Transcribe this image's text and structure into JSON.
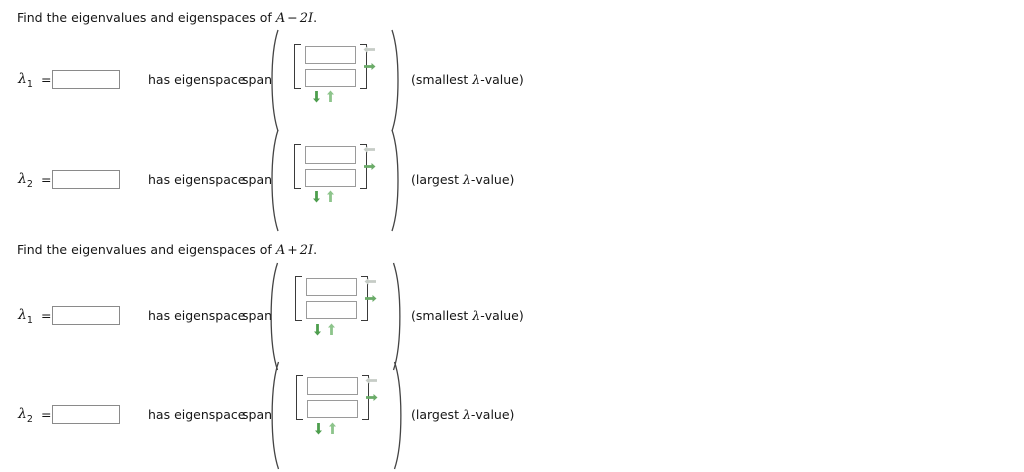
{
  "page": {
    "background": "#ffffff",
    "accent_green": "#66aa66",
    "accent_green_dark": "#4e9e4e",
    "disabled_gray": "#c8cec8",
    "input_border": "#8a8a8a",
    "bracket_color": "#3a3a3a"
  },
  "sections": [
    {
      "id": "section-a-minus-2i",
      "prompt_prefix": "Find the eigenvalues and eigenspaces of",
      "matrix_symbol": "A",
      "operator": "−",
      "term": "2I",
      "period": ".",
      "prompt_text": "Find the eigenvalues and eigenspaces of A − 2I.",
      "rows": [
        {
          "id": "row-1",
          "lambda_label": "λ",
          "lambda_subscript": "1",
          "equals": "=",
          "eigenvalue_input": {
            "value": "",
            "placeholder": ""
          },
          "has_eigenspace_label": "has eigenspace",
          "span_label": "span",
          "vector": {
            "cells": [
              {
                "value": "",
                "placeholder": ""
              },
              {
                "value": "",
                "placeholder": ""
              }
            ]
          },
          "controls": {
            "left_arrow": "left-arrow-disabled",
            "right_arrow": "right-arrow",
            "down_arrow": "down-arrow",
            "up_arrow": "up-arrow"
          },
          "note": "(smallest λ-value)",
          "note_prefix": "(smallest ",
          "note_symbol": "λ",
          "note_suffix": "-value)"
        },
        {
          "id": "row-2",
          "lambda_label": "λ",
          "lambda_subscript": "2",
          "equals": "=",
          "eigenvalue_input": {
            "value": "",
            "placeholder": ""
          },
          "has_eigenspace_label": "has eigenspace",
          "span_label": "span",
          "vector": {
            "cells": [
              {
                "value": "",
                "placeholder": ""
              },
              {
                "value": "",
                "placeholder": ""
              }
            ]
          },
          "controls": {
            "left_arrow": "left-arrow-disabled",
            "right_arrow": "right-arrow",
            "down_arrow": "down-arrow",
            "up_arrow": "up-arrow"
          },
          "note": "(largest λ-value)",
          "note_prefix": "(largest ",
          "note_symbol": "λ",
          "note_suffix": "-value)"
        }
      ]
    },
    {
      "id": "section-a-plus-2i",
      "prompt_prefix": "Find the eigenvalues and eigenspaces of",
      "matrix_symbol": "A",
      "operator": "+",
      "term": "2I",
      "period": ".",
      "prompt_text": "Find the eigenvalues and eigenspaces of A + 2I.",
      "rows": [
        {
          "id": "row-3",
          "lambda_label": "λ",
          "lambda_subscript": "1",
          "equals": "=",
          "eigenvalue_input": {
            "value": "",
            "placeholder": ""
          },
          "has_eigenspace_label": "has eigenspace",
          "span_label": "span",
          "vector": {
            "cells": [
              {
                "value": "",
                "placeholder": ""
              },
              {
                "value": "",
                "placeholder": ""
              }
            ]
          },
          "controls": {
            "left_arrow": "left-arrow-disabled",
            "right_arrow": "right-arrow",
            "down_arrow": "down-arrow",
            "up_arrow": "up-arrow"
          },
          "note": "(smallest λ-value)",
          "note_prefix": "(smallest ",
          "note_symbol": "λ",
          "note_suffix": "-value)"
        },
        {
          "id": "row-4",
          "lambda_label": "λ",
          "lambda_subscript": "2",
          "equals": "=",
          "eigenvalue_input": {
            "value": "",
            "placeholder": ""
          },
          "has_eigenspace_label": "has eigenspace",
          "span_label": "span",
          "vector": {
            "cells": [
              {
                "value": "",
                "placeholder": ""
              },
              {
                "value": "",
                "placeholder": ""
              }
            ]
          },
          "controls": {
            "left_arrow": "left-arrow-disabled",
            "right_arrow": "right-arrow",
            "down_arrow": "down-arrow",
            "up_arrow": "up-arrow"
          },
          "note": "(largest λ-value)",
          "note_prefix": "(largest ",
          "note_symbol": "λ",
          "note_suffix": "-value)"
        }
      ]
    }
  ]
}
